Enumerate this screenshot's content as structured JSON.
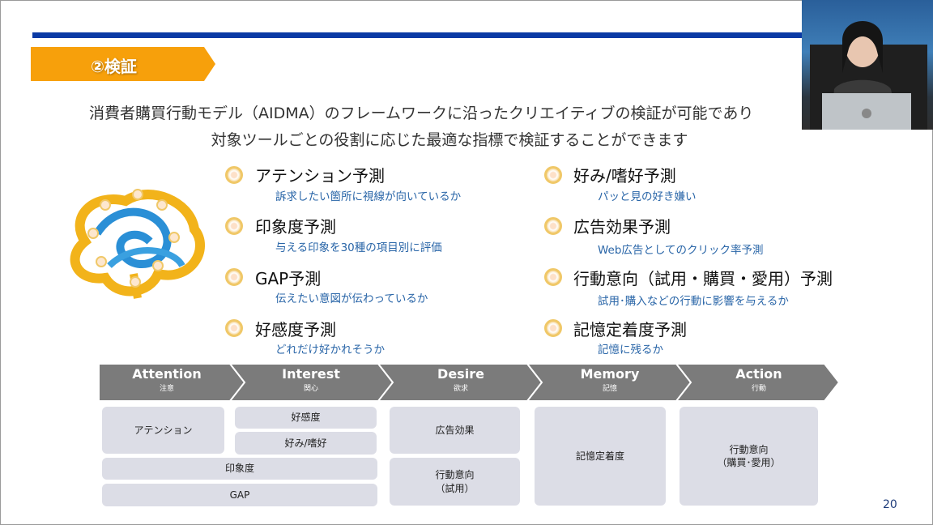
{
  "section_tab": "②検証",
  "lead": [
    "消費者購買行動モデル（AIDMA）のフレームワークに沿ったクリエイティブの検証が可能であり",
    "対象ツールごとの役割に応じた最適な指標で検証することができます"
  ],
  "features": [
    {
      "title": "アテンション予測",
      "sub": "訴求したい箇所に視線が向いているか"
    },
    {
      "title": "印象度予測",
      "sub": "与える印象を30種の項目別に評価"
    },
    {
      "title": "GAP予測",
      "sub": "伝えたい意図が伝わっているか"
    },
    {
      "title": "好感度予測",
      "sub": "どれだけ好かれそうか"
    },
    {
      "title": "好み/嗜好予測",
      "sub": "パッと見の好き嫌い"
    },
    {
      "title": "広告効果予測",
      "sub": "Web広告としてのクリック率予測"
    },
    {
      "title": "行動意向（試用・購買・愛用）予測",
      "sub": "試用･購入などの行動に影響を与えるか"
    },
    {
      "title": "記憶定着度予測",
      "sub": "記憶に残るか"
    }
  ],
  "stages": [
    {
      "en": "Attention",
      "ja": "注意"
    },
    {
      "en": "Interest",
      "ja": "関心"
    },
    {
      "en": "Desire",
      "ja": "欲求"
    },
    {
      "en": "Memory",
      "ja": "記憶"
    },
    {
      "en": "Action",
      "ja": "行動"
    }
  ],
  "boxes": {
    "attention": "アテンション",
    "kokando": "好感度",
    "konomi": "好み/嗜好",
    "inshodo": "印象度",
    "gap": "GAP",
    "kokoku": "広告効果",
    "kodo_shiyo": "行動意向\n（試用）",
    "kioku": "記憶定着度",
    "kodo_kobai": "行動意向\n（購買･愛用）"
  },
  "page_number": "20",
  "colors": {
    "accent_blue": "#0b3aa5",
    "tab_orange": "#f7a00b",
    "chevron_gray": "#7b7b7b",
    "box_gray": "#dcdde6",
    "sub_text_blue": "#2a66a8"
  }
}
